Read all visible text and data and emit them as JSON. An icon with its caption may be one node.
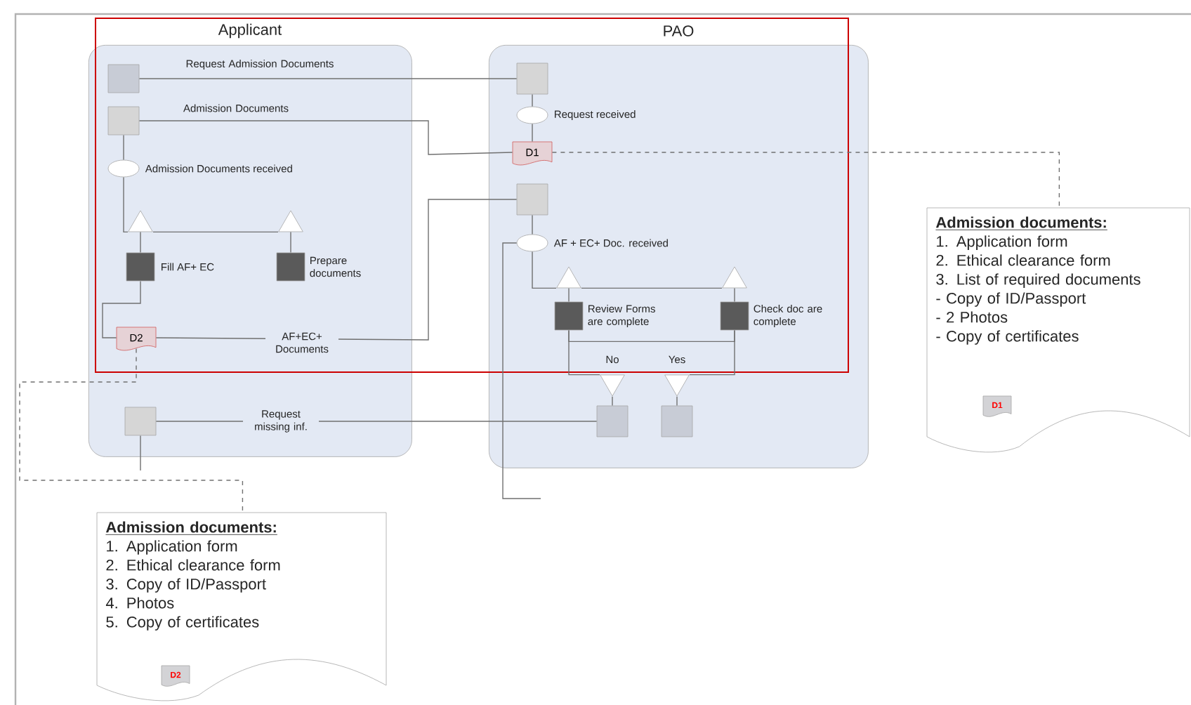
{
  "diagram": {
    "nodes": [
      {
        "text": [
          "Applicant"
        ]
      },
      {
        "text": [
          "PAO"
        ]
      },
      {
        "text": [],
        "shape": "box",
        "in": 0
      },
      {
        "text": [],
        "shape": "box",
        "in": 0
      },
      {
        "text": [],
        "shape": "ellipse",
        "in": 0,
        "beside": [
          "Admission Documents received"
        ]
      },
      {
        "text": [],
        "shape": "triangle",
        "in": 0
      },
      {
        "text": [],
        "shape": "triangle",
        "in": 0
      },
      {
        "text": [],
        "shape": "box",
        "in": 0,
        "beside": [
          "Fill AF+ EC"
        ]
      },
      {
        "text": [],
        "shape": "box",
        "in": 0,
        "beside": [
          "Prepare documents"
        ]
      },
      {
        "text": [
          "D2"
        ],
        "in": 0
      },
      {
        "text": [],
        "shape": "box",
        "in": 0
      },
      {
        "text": [],
        "shape": "box",
        "in": 1
      },
      {
        "text": [],
        "shape": "ellipse",
        "in": 1,
        "beside": [
          "Request  received"
        ]
      },
      {
        "text": [
          "D1"
        ],
        "in": 1
      },
      {
        "text": [],
        "shape": "box",
        "in": 1
      },
      {
        "text": [],
        "shape": "ellipse",
        "in": 1,
        "beside": [
          "AF + EC+ Doc. received"
        ]
      },
      {
        "text": [],
        "shape": "triangle",
        "in": 1
      },
      {
        "text": [],
        "shape": "triangle",
        "in": 1
      },
      {
        "text": [],
        "shape": "box",
        "in": 1,
        "beside": [
          "Review Forms are complete"
        ]
      },
      {
        "text": [],
        "shape": "box",
        "in": 1,
        "beside": [
          "Check doc are complete"
        ]
      },
      {
        "text": [],
        "shape": "triangle",
        "in": 1,
        "beside": [
          "No"
        ]
      },
      {
        "text": [],
        "shape": "triangle",
        "in": 1,
        "beside": [
          "Yes"
        ]
      },
      {
        "text": [],
        "shape": "box",
        "in": 1
      },
      {
        "text": [],
        "shape": "box",
        "in": 1
      },
      {
        "text": [
          "Admission documents:",
          "1. Application form",
          "2. Ethical clearance form",
          "3. List of required documents",
          "- Copy of ID/Passport",
          "- 2 Photos",
          "- Copy of certificates"
        ]
      },
      {
        "text": [
          "D1"
        ],
        "in": 24
      },
      {
        "text": [
          "Admission documents:",
          "1. Application form",
          "2. Ethical clearance form",
          "3. Copy of ID/Passport",
          "4. Photos",
          "5. Copy of certificates"
        ]
      },
      {
        "text": [
          "D2"
        ],
        "in": 26
      }
    ],
    "edges": [
      {
        "from": 2,
        "to": 11,
        "arrow": "none",
        "label": "Request Admission Documents"
      },
      {
        "from": 3,
        "to": 13,
        "arrow": "none",
        "label": "Admission Documents"
      },
      {
        "from": 3,
        "to": 4,
        "arrow": "none"
      },
      {
        "from": 4,
        "to": 5,
        "arrow": "none"
      },
      {
        "from": 5,
        "to": 6,
        "arrow": "none"
      },
      {
        "from": 7,
        "to": 5,
        "arrow": "none"
      },
      {
        "from": 8,
        "to": 6,
        "arrow": "none"
      },
      {
        "from": 7,
        "to": 9,
        "arrow": "none"
      },
      {
        "from": 9,
        "to": 14,
        "arrow": "none",
        "label": "AF+EC+ Documents"
      },
      {
        "from": 9,
        "to": 26,
        "arrow": "none",
        "style": "dashed"
      },
      {
        "from": 10,
        "to": 22,
        "arrow": "none",
        "label": "Request missing inf."
      },
      {
        "from": 10,
        "to": null,
        "arrow": "none"
      },
      {
        "from": 11,
        "to": 12,
        "arrow": "none"
      },
      {
        "from": 12,
        "to": 13,
        "arrow": "none"
      },
      {
        "from": 13,
        "to": 24,
        "arrow": "none",
        "style": "dashed"
      },
      {
        "from": 14,
        "to": 15,
        "arrow": "none"
      },
      {
        "from": 15,
        "to": 16,
        "arrow": "none"
      },
      {
        "from": 16,
        "to": 17,
        "arrow": "none"
      },
      {
        "from": 18,
        "to": 16,
        "arrow": "none"
      },
      {
        "from": 19,
        "to": 17,
        "arrow": "none"
      },
      {
        "from": 18,
        "to": 19,
        "arrow": "none"
      },
      {
        "from": 18,
        "to": 20,
        "arrow": "none"
      },
      {
        "from": 19,
        "to": 21,
        "arrow": "none"
      },
      {
        "from": 20,
        "to": 22,
        "arrow": "none"
      },
      {
        "from": 21,
        "to": 23,
        "arrow": "none"
      },
      {
        "from": 15,
        "to": null,
        "arrow": "none"
      }
    ]
  }
}
